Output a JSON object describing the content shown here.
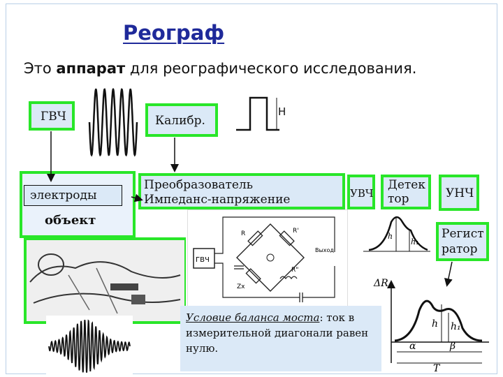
{
  "title": "Реограф",
  "subtitle": {
    "before": "Это ",
    "bold": "аппарат",
    "after": " для реографического исследования."
  },
  "blocks": {
    "gvch": "ГВЧ",
    "calib": "Калибр.",
    "electrodes": "электроды",
    "object": "объект",
    "converter_line1": "Преобразователь",
    "converter_line2": "Импеданс-напряжение",
    "uvch": "УВЧ",
    "detector_line1": "Детек",
    "detector_line2": "тор",
    "unch": "УНЧ",
    "recorder_line1": "Регист",
    "recorder_line2": "ратор"
  },
  "signals": {
    "calib_pulse_label": "Н"
  },
  "bridge": {
    "labels": [
      "ГВЧ",
      "R",
      "R'",
      "Zx",
      "R\"",
      "Выход"
    ]
  },
  "note": {
    "underlined": "Условие баланса моста",
    "rest": ": ток в измерительной диагонали равен нулю."
  },
  "rheogram": {
    "axis_label": "ΔR",
    "labels": [
      "h",
      "h₁",
      "α",
      "β",
      "T"
    ]
  },
  "small_pulse": {
    "labels": [
      "h",
      "h₁"
    ]
  },
  "colors": {
    "accent_green": "#29e629",
    "title_blue": "#1f2a9a",
    "box_fill": "#dbe9f7"
  }
}
